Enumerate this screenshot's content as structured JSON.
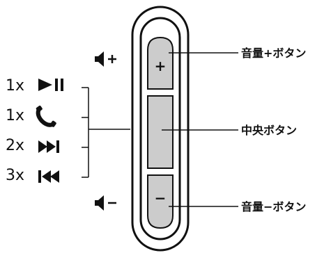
{
  "labels": {
    "vol_up_button": "音量+ボタン",
    "center_button": "中央ボタン",
    "vol_down_button": "音量−ボタン"
  },
  "button_symbols": {
    "plus": "+",
    "minus": "−"
  },
  "press_actions": [
    {
      "count": "1x",
      "icon": "play-pause-icon"
    },
    {
      "count": "1x",
      "icon": "phone-icon"
    },
    {
      "count": "2x",
      "icon": "next-track-icon"
    },
    {
      "count": "3x",
      "icon": "previous-track-icon"
    }
  ],
  "colors": {
    "button_fill": "#cccccc",
    "stroke": "#111111"
  }
}
